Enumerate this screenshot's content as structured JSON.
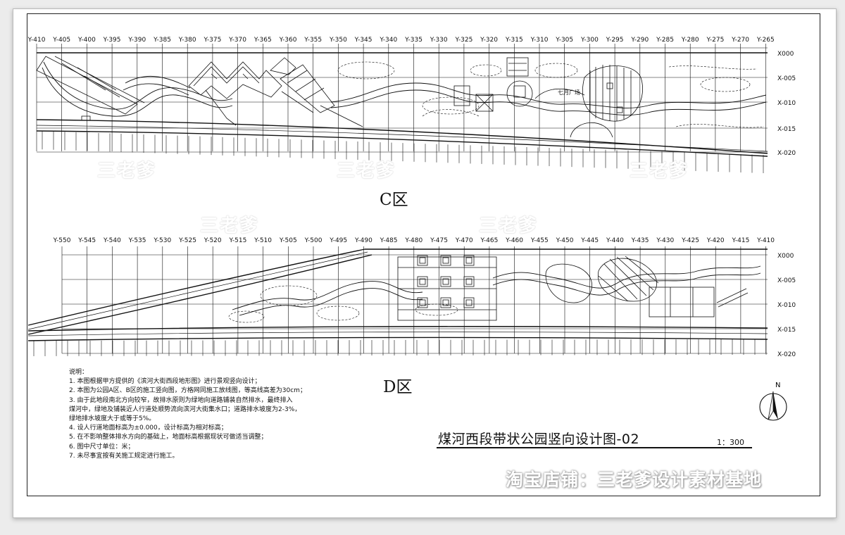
{
  "sheet": {
    "zone_c_label": "C区",
    "zone_d_label": "D区",
    "c_grid_x_labels": [
      "Y-410",
      "Y-405",
      "Y-400",
      "Y-395",
      "Y-390",
      "Y-385",
      "Y-380",
      "Y-375",
      "Y-370",
      "Y-365",
      "Y-360",
      "Y-355",
      "Y-350",
      "Y-345",
      "Y-340",
      "Y-335",
      "Y-330",
      "Y-325",
      "Y-320",
      "Y-315",
      "Y-310",
      "Y-305",
      "Y-300",
      "Y-295",
      "Y-290",
      "Y-285",
      "Y-280",
      "Y-275",
      "Y-270",
      "Y-265"
    ],
    "d_grid_x_labels": [
      "Y-550",
      "Y-545",
      "Y-540",
      "Y-535",
      "Y-530",
      "Y-525",
      "Y-520",
      "Y-515",
      "Y-510",
      "Y-505",
      "Y-500",
      "Y-495",
      "Y-490",
      "Y-485",
      "Y-480",
      "Y-475",
      "Y-470",
      "Y-465",
      "Y-460",
      "Y-455",
      "Y-450",
      "Y-445",
      "Y-440",
      "Y-435",
      "Y-430",
      "Y-425",
      "Y-420",
      "Y-415",
      "Y-410"
    ],
    "grid_y_labels": [
      "X000",
      "X-005",
      "X-010",
      "X-015",
      "X-020"
    ],
    "map_annotation": "七月广场",
    "north_label": "N"
  },
  "notes": {
    "heading": "说明：",
    "items": [
      "1. 本图根据甲方提供的《滨河大街西段地形图》进行景观竖向设计；",
      "2. 本图为公园A区、B区的施工竖向图，方格网同施工放线图，等高线高差为30cm；",
      "3. 由于此地段南北方向较窄，故排水原则为绿地向道路铺装自然排水，最终排入",
      "煤河中，绿地及铺装近人行道处顺势流向滨河大街集水口；道路排水坡度为2-3%，",
      "绿地排水坡度大于或等于5%。",
      "4. 设人行道地面标高为±0.000，设计标高为相对标高；",
      "5. 在不影响整体排水方向的基础上，地面标高根据现状可做适当调整；",
      "6. 图中尺寸单位：米；",
      "7. 未尽事宜按有关施工规定进行施工。"
    ]
  },
  "title_block": {
    "title": "煤河西段带状公园竖向设计图-02",
    "scale": "1：300"
  },
  "watermarks": {
    "text": "三老爹",
    "shop": "淘宝店铺：三老爹设计素材基地"
  }
}
